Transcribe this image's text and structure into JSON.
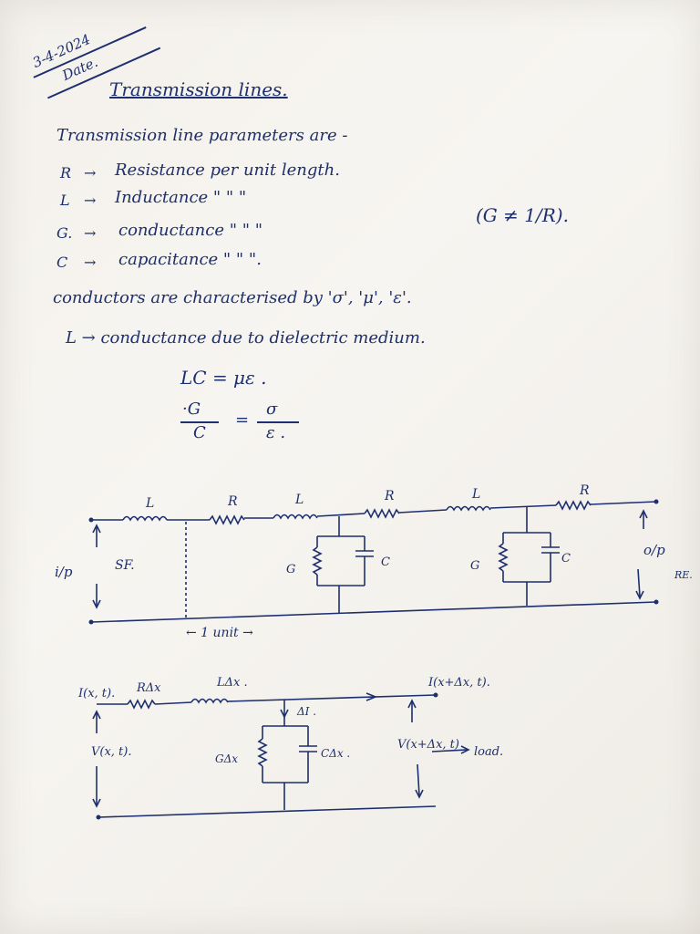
{
  "header": {
    "date_value": "3-4-2024",
    "date_label": "Date."
  },
  "title": "Transmission lines.",
  "intro": "Transmission line parameters are -",
  "parameters": [
    {
      "symbol": "R",
      "arrow": "→",
      "text": "Resistance per unit length."
    },
    {
      "symbol": "L",
      "arrow": "→",
      "text": "Inductance  \"   \"   \""
    },
    {
      "symbol": "G.",
      "arrow": "→",
      "text": "conductance  \"   \"   \""
    },
    {
      "symbol": "C",
      "arrow": "→",
      "text": "capacitance  \"   \"   \"."
    }
  ],
  "side_note": "(G ≠ 1/R).",
  "conductors_line": "conductors are characterised by 'σ', 'μ', 'ε'.",
  "g_note": "L → conductance due to dielectric medium.",
  "equations": {
    "eq1": "LC = με .",
    "eq2_lhs_num": "·G",
    "eq2_lhs_den": "C",
    "eq2_eq": "=",
    "eq2_rhs_num": "σ",
    "eq2_rhs_den": "ε ."
  },
  "circuit1": {
    "labels": {
      "L1": "L",
      "R1": "R",
      "L2": "L",
      "R2": "R",
      "L3": "L",
      "R3": "R",
      "input": "i/p",
      "sf": "SF.",
      "G1": "G",
      "C1": "C",
      "G2": "G",
      "C2": "C",
      "output": "o/p",
      "re": "RE.",
      "unit": "← 1 unit →"
    }
  },
  "circuit2": {
    "labels": {
      "i_in": "I(x, t).",
      "r_dx": "RΔx",
      "l_dx": "LΔx .",
      "i_out": "I(x+Δx, t).",
      "delta_i": "ΔI .",
      "v_in": "V(x, t).",
      "g_dx": "GΔx",
      "c_dx": "CΔx .",
      "v_out": "V(x+Δx, t)",
      "load": "load."
    }
  }
}
